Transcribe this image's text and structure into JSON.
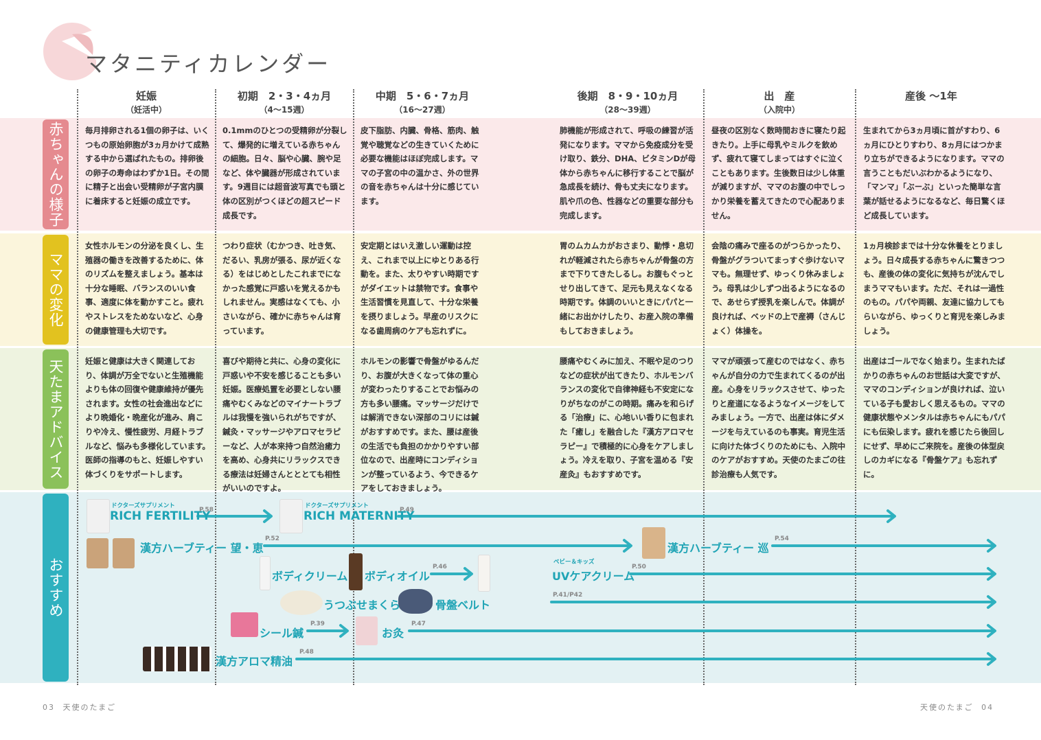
{
  "title": "マタニティカレンダー",
  "columns": [
    {
      "head": "妊娠",
      "sub": "（妊活中）"
    },
    {
      "head": "初期　2・3・4ヵ月",
      "sub": "（4〜15週）"
    },
    {
      "head": "中期　5・6・7ヵ月",
      "sub": "（16〜27週）"
    },
    {
      "head": "後期　8・9・10ヵ月",
      "sub": "（28〜39週）"
    },
    {
      "head": "出　産",
      "sub": "（入院中）"
    },
    {
      "head": "産後 〜1年",
      "sub": ""
    }
  ],
  "rows": [
    {
      "label": "赤ちゃんの様子",
      "color": "#e58a8f",
      "cells": [
        "毎月排卵される1個の卵子は、いくつもの原始卵胞が3ヵ月かけて成熟する中から選ばれたもの。排卵後の卵子の寿命はわずか1日。その間に精子と出会い受精卵が子宮内膜に着床すると妊娠の成立です。",
        "0.1mmのひとつの受精卵が分裂して、爆発的に増えている赤ちゃんの細胞。日々、脳や心臓、腕や足など、体や臓器が形成されています。9週目には超音波写真でも頭と体の区別がつくほどの超スピード成長です。",
        "皮下脂肪、内臓、骨格、筋肉、触覚や聴覚などの生きていくために必要な機能はほぼ完成します。ママの子宮の中の温かさ、外の世界の音を赤ちゃんは十分に感じています。",
        "肺機能が形成されて、呼吸の練習が活発になります。ママから免疫成分を受け取り、鉄分、DHA、ビタミンDが母体から赤ちゃんに移行することで脳が急成長を続け、骨も丈夫になります。肌や爪の色、性器などの重要な部分も完成します。",
        "昼夜の区別なく数時間おきに寝たり起きたり。上手に母乳やミルクを飲めず、疲れて寝てしまってはすぐに泣くこともあります。生後数日は少し体重が減りますが、ママのお腹の中でしっかり栄養を蓄えてきたので心配ありません。",
        "生まれてから3ヵ月頃に首がすわり、6ヵ月にひとりすわり、8ヵ月にはつかまり立ちができるようになります。ママの言うこともだいぶわかるようになり、「マンマ」「ぶーぶ」といった簡単な言葉が話せるようになるなど、毎日驚くほど成長しています。"
      ]
    },
    {
      "label": "ママの変化",
      "color": "#e2c21f",
      "cells": [
        "女性ホルモンの分泌を良くし、生殖器の働きを改善するために、体のリズムを整えましょう。基本は十分な睡眠、バランスのいい食事、適度に体を動かすこと。疲れやストレスをためないなど、心身の健康管理も大切です。",
        "つわり症状（むかつき、吐き気、だるい、乳房が張る、尿が近くなる）をはじめとしたこれまでになかった感覚に戸惑いを覚えるかもしれません。実感はなくても、小さいながら、確かに赤ちゃんは育っています。",
        "安定期とはいえ激しい運動は控え、これまで以上にゆとりある行動を。また、太りやすい時期ですがダイエットは禁物です。食事や生活習慣を見直して、十分な栄養を摂りましょう。早産のリスクになる歯周病のケアも忘れずに。",
        "胃のムカムカがおさまり、動悸・息切れが軽減されたら赤ちゃんが骨盤の方まで下りてきたしるし。お腹もぐっとせり出してきて、足元も見えなくなる時期です。体調のいいときにパパと一緒にお出かけしたり、お産入院の準備もしておきましょう。",
        "会陰の痛みで座るのがつらかったり、骨盤がグラついてまっすぐ歩けないママも。無理せず、ゆっくり休みましょう。母乳は少しずつ出るようになるので、あせらず授乳を楽しんで。体調が良ければ、ベッドの上で産褥（さんじょく）体操を。",
        "1ヵ月検診までは十分な休養をとりましょう。日々成長する赤ちゃんに驚きつつも、産後の体の変化に気持ちが沈んでしまうママもいます。ただ、それは一過性のもの。パパや両親、友達に協力してもらいながら、ゆっくりと育児を楽しみましょう。"
      ]
    },
    {
      "label": "天たまアドバイス",
      "color": "#8bc15a",
      "cells": [
        "妊娠と健康は大きく関連しており、体調が万全でないと生殖機能よりも体の回復や健康維持が優先されます。女性の社会進出などにより晩婚化・晩産化が進み、肩こりや冷え、慢性疲労、月経トラブルなど、悩みも多様化しています。医師の指導のもと、妊娠しやすい体づくりをサポートします。",
        "喜びや期待と共に、心身の変化に戸惑いや不安を感じることも多い妊娠。医療処置を必要としない腰痛やむくみなどのマイナートラブルは我慢を強いられがちですが、鍼灸・マッサージやアロマセラピーなど、人が本来持つ自然治癒力を高め、心身共にリラックスできる療法は妊婦さんとととても相性がいいのですよ。",
        "ホルモンの影響で骨盤がゆるんだり、お腹が大きくなって体の重心が変わったりすることでお悩みの方も多い腰痛。マッサージだけでは解消できない深部のコリには鍼がおすすめです。また、腰は産後の生活でも負担のかかりやすい部位なので、出産時にコンディションが整っているよう、今できるケアをしておきましょう。",
        "腰痛やむくみに加え、不眠や足のつりなどの症状が出てきたり、ホルモンバランスの変化で自律神経も不安定になりがちなのがこの時期。痛みを和らげる「治療」に、心地いい香りに包まれた「癒し」を融合した『漢方アロマセラピー』で積極的に心身をケアしましょう。冷えを取り、子宮を温める『安産灸』もおすすめです。",
        "ママが頑張って産むのではなく、赤ちゃんが自分の力で生まれてくるのが出産。心身をリラックスさせて、ゆったりと産道になるようなイメージをしてみましょう。一方で、出産は体にダメージを与えているのも事実。育児生活に向けた体づくりのためにも、入院中のケアがおすすめ。天使のたまごの往診治療も人気です。",
        "出産はゴールでなく始まり。生まれたばかりの赤ちゃんのお世話は大変ですが、ママのコンディションが良ければ、泣いている子も愛おしく思えるもの。ママの健康状態やメンタルは赤ちゃんにもパパにも伝染します。疲れを感じたら後回しにせず、早めにご来院を。産後の体型戻しのカギになる『骨盤ケア』も忘れずに。"
      ]
    }
  ],
  "recommend": {
    "label": "おすすめ",
    "color": "#2fb1bf",
    "products": [
      {
        "caption": "ドクターズサプリメント",
        "name": "RICH FERTILITY",
        "page": "P.58"
      },
      {
        "caption": "ドクターズサプリメント",
        "name": "RICH MATERNITY",
        "page": "P.49"
      },
      {
        "name": "漢方ハーブティー 望・恵",
        "page": "P.52"
      },
      {
        "name": "漢方ハーブティー 巡",
        "page": "P.54"
      },
      {
        "name": "ボディクリーム",
        "page": ""
      },
      {
        "name": "ボディオイル",
        "page": "P.46"
      },
      {
        "caption": "ベビー＆キッズ",
        "name": "UVケアクリーム",
        "page": "P.50"
      },
      {
        "name": "うつぶせまくら",
        "page": ""
      },
      {
        "name": "骨盤ベルト",
        "page": "P.41/P42"
      },
      {
        "name": "シール鍼",
        "page": "P.39"
      },
      {
        "name": "お灸",
        "page": "P.47"
      },
      {
        "name": "漢方アロマ精油",
        "page": "P.48"
      }
    ]
  },
  "footer": {
    "left_page": "03",
    "left_brand": "天使のたまご",
    "right_brand": "天使のたまご",
    "right_page": "04"
  },
  "colors": {
    "pink_band": "#fbe9ea",
    "yellow_band": "#fbf5dc",
    "green_band": "#eef3e0",
    "teal_band": "#e3f1f3",
    "arrow": "#2fb1bf"
  }
}
